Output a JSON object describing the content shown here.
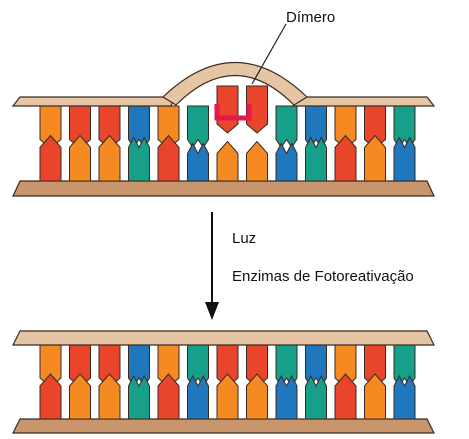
{
  "labels": {
    "dimer": "Dímero",
    "light": "Luz",
    "enzymes": "Enzimas de Fotoreativação"
  },
  "colors": {
    "backbone_top": "#e5c5a4",
    "backbone_bottom": "#c9956d",
    "outline": "#3a2a20",
    "orange": "#f58a22",
    "red": "#e8452a",
    "blue": "#1f78be",
    "teal": "#16a089",
    "dimer_bond": "#e6184a"
  },
  "damaged_strand": {
    "top_bases": [
      "orange",
      "red",
      "red",
      "blue",
      "orange",
      "teal",
      "red",
      "red",
      "teal",
      "blue",
      "orange",
      "red",
      "teal"
    ],
    "bottom_bases": [
      "red",
      "orange",
      "orange",
      "teal",
      "red",
      "blue",
      "orange",
      "orange",
      "blue",
      "teal",
      "red",
      "orange",
      "blue"
    ]
  },
  "repaired_strand": {
    "top_bases": [
      "orange",
      "red",
      "red",
      "blue",
      "orange",
      "teal",
      "red",
      "red",
      "teal",
      "blue",
      "orange",
      "red",
      "teal"
    ],
    "bottom_bases": [
      "red",
      "orange",
      "orange",
      "teal",
      "red",
      "blue",
      "orange",
      "orange",
      "blue",
      "teal",
      "red",
      "orange",
      "blue"
    ]
  }
}
